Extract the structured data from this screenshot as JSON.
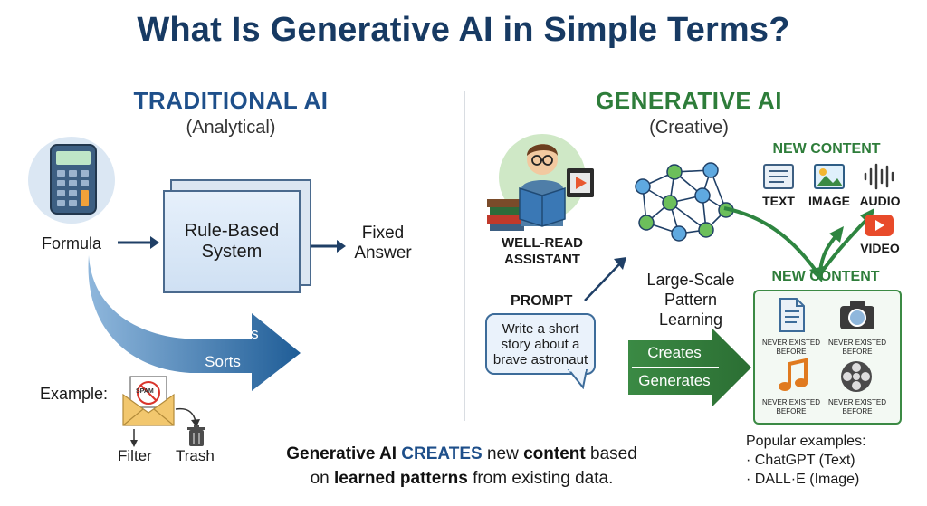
{
  "title": "What Is Generative AI in Simple Terms?",
  "left": {
    "heading": "TRADITIONAL AI",
    "subheading": "(Analytical)",
    "formula_label": "Formula",
    "rule_box": "Rule-Based System",
    "rule_box_line1": "Rule-Based",
    "rule_box_line2": "System",
    "fixed_line1": "Fixed",
    "fixed_line2": "Answer",
    "calculates": "Calculates",
    "sorts": "Sorts",
    "example_label": "Example:",
    "spam_label": "SPAM",
    "filter_label": "Filter",
    "trash_label": "Trash"
  },
  "right": {
    "heading": "GENERATIVE AI",
    "subheading": "(Creative)",
    "assistant_line1": "WELL-READ",
    "assistant_line2": "ASSISTANT",
    "pattern_line1": "Large-Scale",
    "pattern_line2": "Pattern Learning",
    "prompt_label": "PROMPT",
    "prompt_text_line1": "Write a short",
    "prompt_text_line2": "story about a",
    "prompt_text_line3": "brave astronaut",
    "creates": "Creates",
    "generates": "Generates",
    "new_content_top": "NEW CONTENT",
    "content_types": [
      "TEXT",
      "IMAGE",
      "AUDIO",
      "VIDEO"
    ],
    "new_content_panel": "NEW CONTENT",
    "never_line1": "NEVER EXISTED",
    "never_line2": "BEFORE",
    "popular_label": "Popular examples:",
    "example1": "· ChatGPT (Text)",
    "example2": "· DALL·E (Image)"
  },
  "bottom": {
    "t1": "Generative AI ",
    "t2": "CREATES",
    "t3": " new ",
    "t4": "content",
    "t5": " based",
    "t6": "on ",
    "t7": "learned patterns",
    "t8": " from existing data."
  },
  "colors": {
    "title": "#173a63",
    "traditional": "#1e4f8a",
    "generative": "#2e7d3a",
    "arrow_blue": "#1f5d97",
    "arrow_green": "#2e8540"
  }
}
